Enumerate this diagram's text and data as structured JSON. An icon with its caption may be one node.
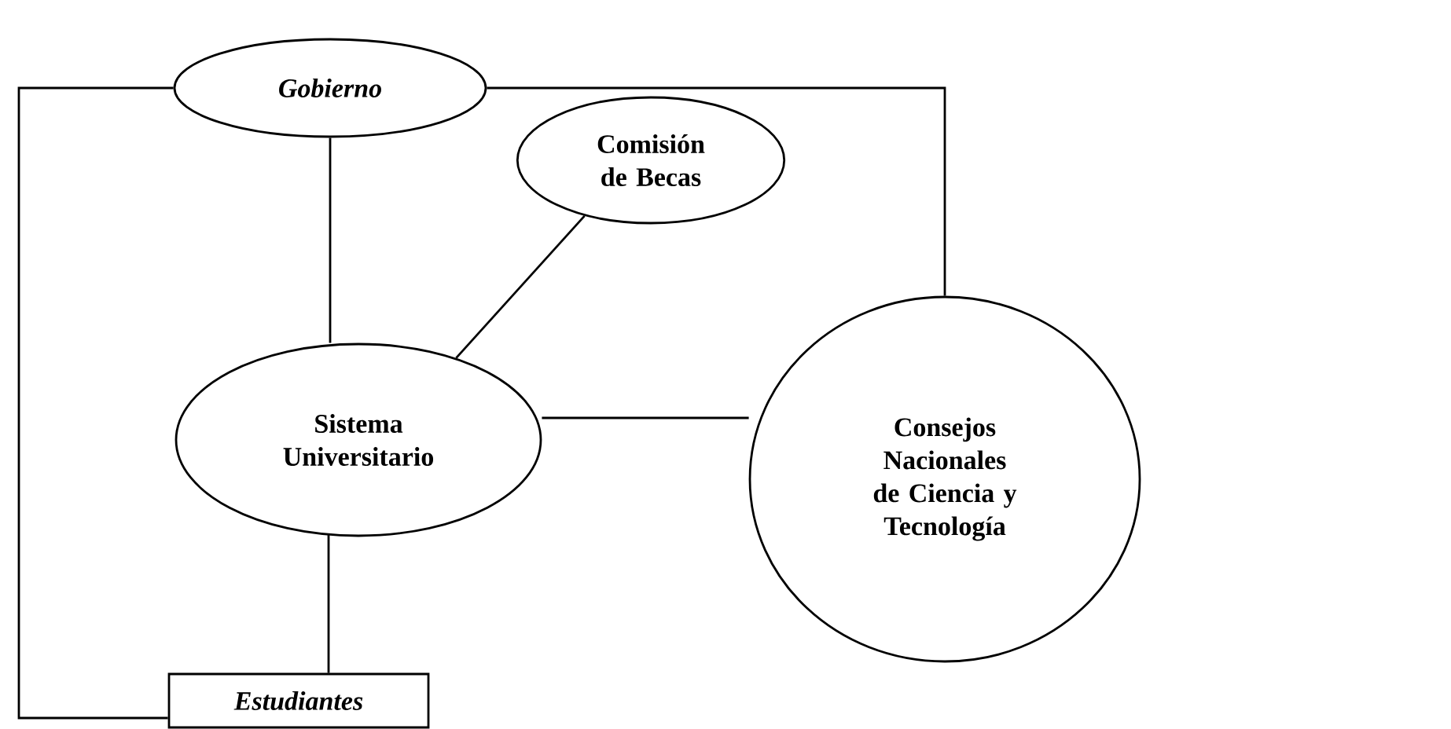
{
  "diagram": {
    "nodes": [
      {
        "text": [
          "Gobierno"
        ]
      },
      {
        "text": [
          "Comisión de Becas"
        ]
      },
      {
        "text": [
          "Sistema Universitario"
        ]
      },
      {
        "text": [
          "Consejos Nacionales de Ciencia y Tecnología"
        ]
      },
      {
        "text": [
          "Estudiantes"
        ]
      }
    ],
    "edges": [
      {
        "from": 0,
        "to": 2,
        "arrow": "none"
      },
      {
        "from": 0,
        "to": 4,
        "arrow": "none"
      },
      {
        "from": 0,
        "to": 3,
        "arrow": "none"
      },
      {
        "from": 1,
        "to": 2,
        "arrow": "none"
      },
      {
        "from": 2,
        "to": 3,
        "arrow": "none"
      },
      {
        "from": 2,
        "to": 4,
        "arrow": "none"
      }
    ]
  }
}
